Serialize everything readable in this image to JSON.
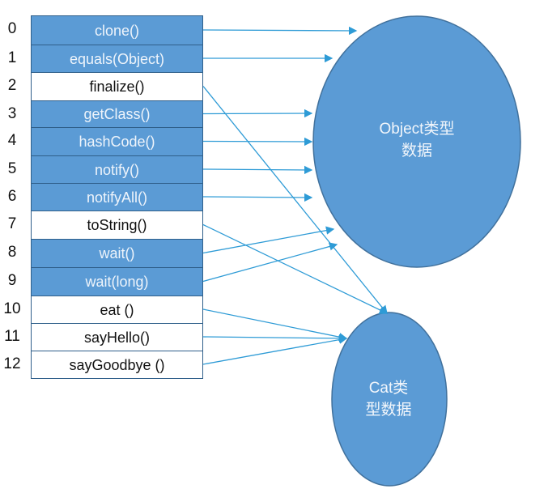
{
  "methods": [
    {
      "index": "0",
      "name": "clone()",
      "kind": "inherited",
      "target": "object"
    },
    {
      "index": "1",
      "name": "equals(Object)",
      "kind": "inherited",
      "target": "object"
    },
    {
      "index": "2",
      "name": "finalize()",
      "kind": "own",
      "target": "cat"
    },
    {
      "index": "3",
      "name": "getClass()",
      "kind": "inherited",
      "target": "object"
    },
    {
      "index": "4",
      "name": "hashCode()",
      "kind": "inherited",
      "target": "object"
    },
    {
      "index": "5",
      "name": "notify()",
      "kind": "inherited",
      "target": "object"
    },
    {
      "index": "6",
      "name": "notifyAll()",
      "kind": "inherited",
      "target": "object"
    },
    {
      "index": "7",
      "name": "toString()",
      "kind": "own",
      "target": "cat"
    },
    {
      "index": "8",
      "name": "wait()",
      "kind": "inherited",
      "target": "object"
    },
    {
      "index": "9",
      "name": "wait(long)",
      "kind": "inherited",
      "target": "object"
    },
    {
      "index": "10",
      "name": "eat ()",
      "kind": "own",
      "target": "cat"
    },
    {
      "index": "11",
      "name": "sayHello()",
      "kind": "own",
      "target": "cat"
    },
    {
      "index": "12",
      "name": "sayGoodbye ()",
      "kind": "own",
      "target": "cat"
    }
  ],
  "object_node": {
    "line1": "Object类型",
    "line2": "数据"
  },
  "cat_node": {
    "line1": "Cat类",
    "line2": "型数据"
  },
  "colors": {
    "fill": "#5b9bd5",
    "stroke": "#41719c",
    "arrow": "#2e9bd6"
  }
}
